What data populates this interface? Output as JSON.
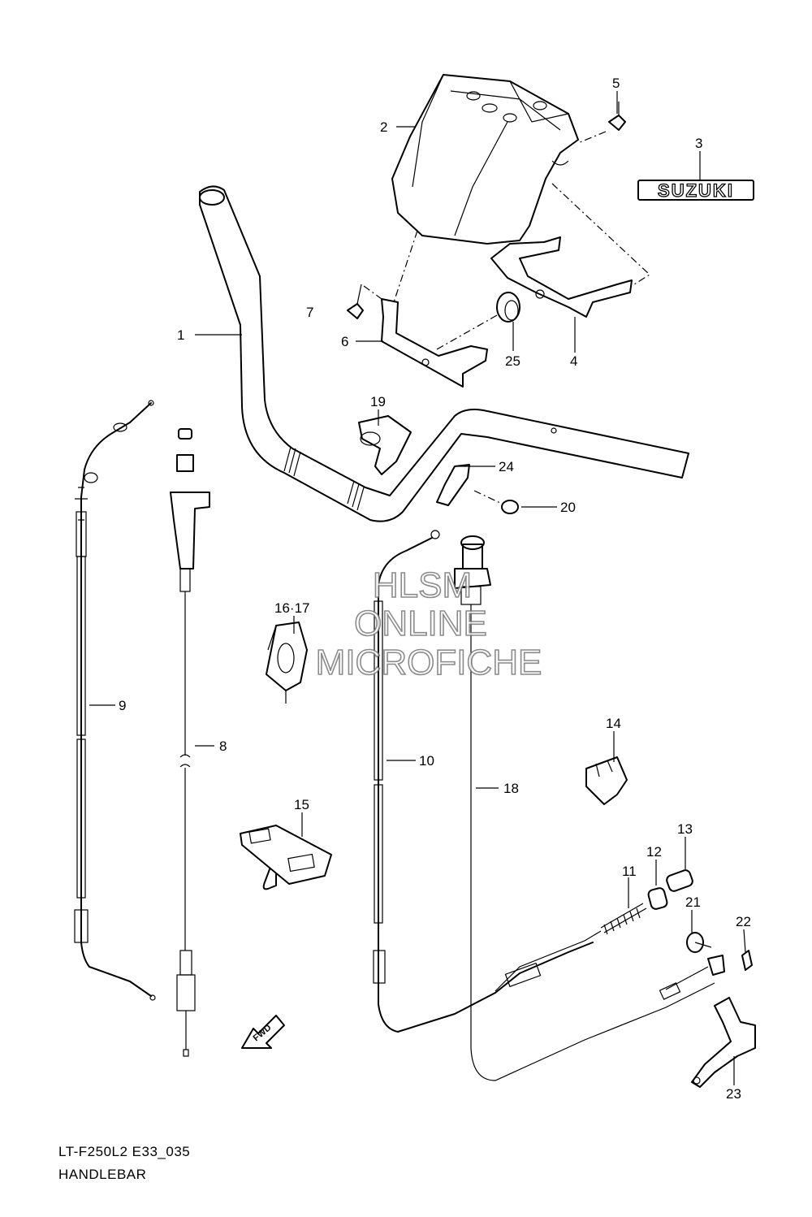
{
  "diagram": {
    "code": "LT-F250L2 E33_035",
    "name": "HANDLEBAR",
    "brand_badge": "SUZUKI",
    "fwd_badge": "FWD",
    "watermark": [
      "HLSM",
      "ONLINE",
      "MICROFICHE"
    ],
    "callouts": [
      "1",
      "2",
      "3",
      "4",
      "5",
      "6",
      "7",
      "8",
      "9",
      "10",
      "11",
      "12",
      "13",
      "14",
      "15",
      "16·17",
      "18",
      "19",
      "20",
      "21",
      "22",
      "23",
      "24",
      "25"
    ]
  }
}
